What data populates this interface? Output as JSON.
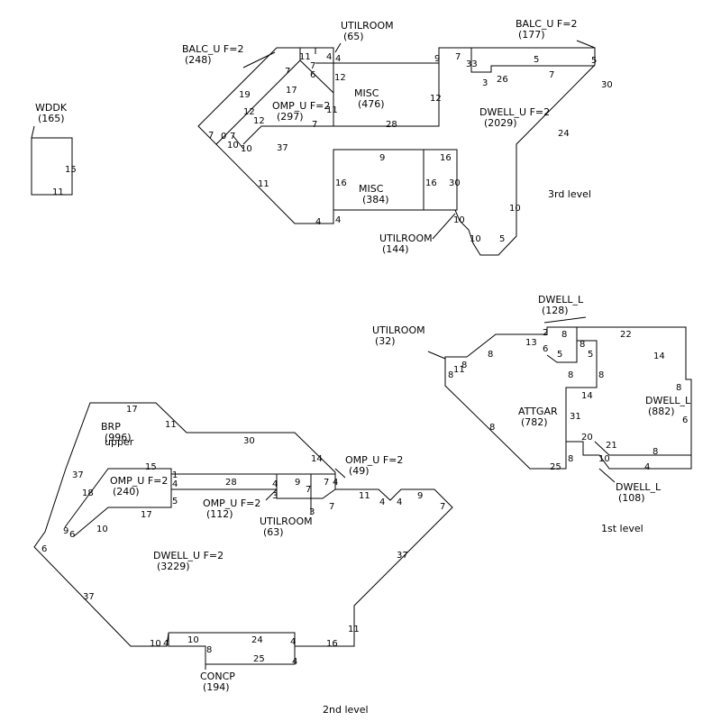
{
  "levels": {
    "third": "3rd level",
    "second": "2nd level",
    "first": "1st level"
  },
  "areas": {
    "wddk": {
      "name": "WDDK",
      "sqft": "(165)"
    },
    "balc_u_left": {
      "name": "BALC_U F=2",
      "sqft": "(248)"
    },
    "utilroom_65": {
      "name": "UTILROOM",
      "sqft": "(65)"
    },
    "balc_u_right": {
      "name": "BALC_U F=2",
      "sqft": "(177)"
    },
    "omp_u_297": {
      "name": "OMP_U F=2",
      "sqft": "(297)"
    },
    "misc_476": {
      "name": "MISC",
      "sqft": "(476)"
    },
    "dwell_u_2029": {
      "name": "DWELL_U F=2",
      "sqft": "(2029)"
    },
    "misc_384": {
      "name": "MISC",
      "sqft": "(384)"
    },
    "utilroom_144": {
      "name": "UTILROOM",
      "sqft": "(144)"
    },
    "dwell_l_128": {
      "name": "DWELL_L",
      "sqft": "(128)"
    },
    "utilroom_32": {
      "name": "UTILROOM",
      "sqft": "(32)"
    },
    "attgar": {
      "name": "ATTGAR",
      "sqft": "(782)"
    },
    "dwell_l_882": {
      "name": "DWELL_L",
      "sqft": "(882)"
    },
    "dwell_l_108": {
      "name": "DWELL_L",
      "sqft": "(108)"
    },
    "brp": {
      "name": "BRP",
      "sqft": "(996)",
      "note": "upper"
    },
    "omp_u_240": {
      "name": "OMP_U F=2",
      "sqft": "(240)"
    },
    "omp_u_49": {
      "name": "OMP_U F=2",
      "sqft": "(49)"
    },
    "omp_u_112": {
      "name": "OMP_U F=2",
      "sqft": "(112)"
    },
    "utilroom_63": {
      "name": "UTILROOM",
      "sqft": "(63)"
    },
    "dwell_u_3229": {
      "name": "DWELL_U F=2",
      "sqft": "(3229)"
    },
    "concp": {
      "name": "CONCP",
      "sqft": "(194)"
    }
  },
  "dims": {
    "wddk": [
      "15",
      "11"
    ],
    "level3": [
      "11",
      "4",
      "4",
      "9",
      "7",
      "33",
      "5",
      "5",
      "3",
      "26",
      "7",
      "30",
      "19",
      "7",
      "7",
      "6",
      "12",
      "17",
      "12",
      "12",
      "11",
      "12",
      "28",
      "7",
      "7",
      "0",
      "7",
      "10",
      "10",
      "37",
      "24",
      "9",
      "16",
      "16",
      "16",
      "30",
      "11",
      "10",
      "4",
      "4",
      "10",
      "10",
      "5"
    ],
    "level1": [
      "2",
      "8",
      "6",
      "8",
      "22",
      "13",
      "5",
      "5",
      "8",
      "11",
      "8",
      "8",
      "8",
      "14",
      "8",
      "8",
      "14",
      "31",
      "8",
      "20",
      "6",
      "21",
      "8",
      "8",
      "10",
      "25",
      "4"
    ],
    "level2": [
      "17",
      "11",
      "30",
      "37",
      "14",
      "15",
      "1",
      "4",
      "28",
      "4",
      "9",
      "7",
      "4",
      "18",
      "5",
      "3",
      "7",
      "17",
      "7",
      "3",
      "11",
      "4",
      "4",
      "9",
      "7",
      "9",
      "6",
      "10",
      "6",
      "37",
      "37",
      "11",
      "10",
      "4",
      "10",
      "24",
      "4",
      "16",
      "8",
      "25",
      "4"
    ]
  }
}
